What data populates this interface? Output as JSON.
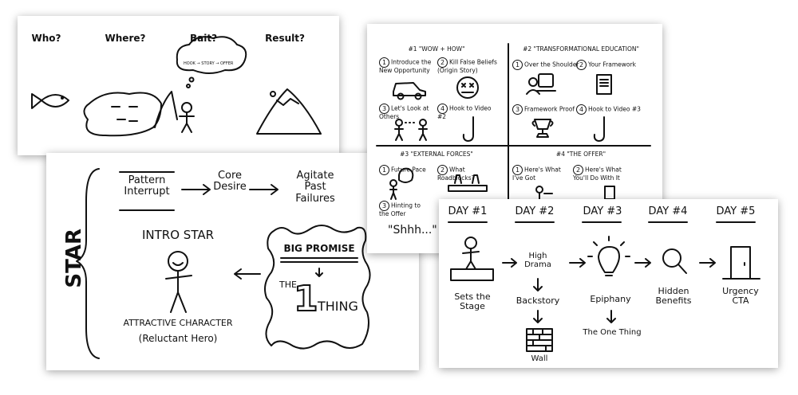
{
  "fishing_panel": {
    "headings": [
      "Who?",
      "Where?",
      "Bait?",
      "Result?"
    ],
    "thought_bubble": {
      "sequence": [
        "HOOK",
        "STORY",
        "OFFER"
      ]
    }
  },
  "webinar_panel": {
    "quadrants": [
      {
        "title": "#1 \"WOW + HOW\"",
        "items": [
          {
            "n": "1",
            "label": "Introduce the New Opportunity",
            "icon": "car-icon"
          },
          {
            "n": "2",
            "label": "Kill False Beliefs (Origin Story)",
            "icon": "dead-face-icon"
          },
          {
            "n": "3",
            "label": "Let's Look at Others",
            "icon": "stick-figures-icon"
          },
          {
            "n": "4",
            "label": "Hook to Video #2",
            "icon": "hook-icon"
          }
        ]
      },
      {
        "title": "#2 \"TRANSFORMATIONAL EDUCATION\"",
        "items": [
          {
            "n": "1",
            "label": "Over the Shoulder",
            "icon": "computer-user-icon"
          },
          {
            "n": "2",
            "label": "Your Framework",
            "icon": "document-icon"
          },
          {
            "n": "3",
            "label": "Framework Proof",
            "icon": "trophy-icon"
          },
          {
            "n": "4",
            "label": "Hook to Video #3",
            "icon": "hook-icon"
          }
        ]
      },
      {
        "title": "#3 \"EXTERNAL FORCES\"",
        "items": [
          {
            "n": "1",
            "label": "Future Pace",
            "icon": "thought-figure-icon"
          },
          {
            "n": "2",
            "label": "What Roadblocks?",
            "icon": "roadblock-icon"
          },
          {
            "n": "3",
            "label": "Hinting to the Offer",
            "icon": ""
          }
        ],
        "quote": "\"Shhh...\""
      },
      {
        "title": "#4 \"THE OFFER\"",
        "items": [
          {
            "n": "1",
            "label": "Here's What I've Got",
            "icon": "presenter-icon"
          },
          {
            "n": "2",
            "label": "Here's What You'll Do With It",
            "icon": "document-icon"
          }
        ]
      }
    ]
  },
  "star_panel": {
    "side_label": "STAR",
    "flow": [
      "Pattern Interrupt",
      "Core Desire",
      "Agitate Past Failures"
    ],
    "intro_title": "INTRO STAR",
    "character_line1": "ATTRACTIVE CHARACTER",
    "character_line2": "(Reluctant Hero)",
    "promise_title": "BIG PROMISE",
    "the": "THE",
    "one": "1",
    "thing": "THING"
  },
  "days_panel": {
    "days": [
      {
        "label": "DAY #1",
        "caption": "Sets the Stage",
        "icon": "stick-figure-on-stage-icon"
      },
      {
        "label": "DAY #2",
        "caption": "High Drama",
        "sub1": "Backstory",
        "sub2": "Wall",
        "icon": "brick-wall-icon"
      },
      {
        "label": "DAY #3",
        "caption": "Epiphany",
        "sub1": "The One Thing",
        "icon": "lightbulb-icon"
      },
      {
        "label": "DAY #4",
        "caption": "Hidden Benefits",
        "icon": "magnifier-icon"
      },
      {
        "label": "DAY #5",
        "caption": "Urgency CTA",
        "icon": "door-icon"
      }
    ]
  }
}
